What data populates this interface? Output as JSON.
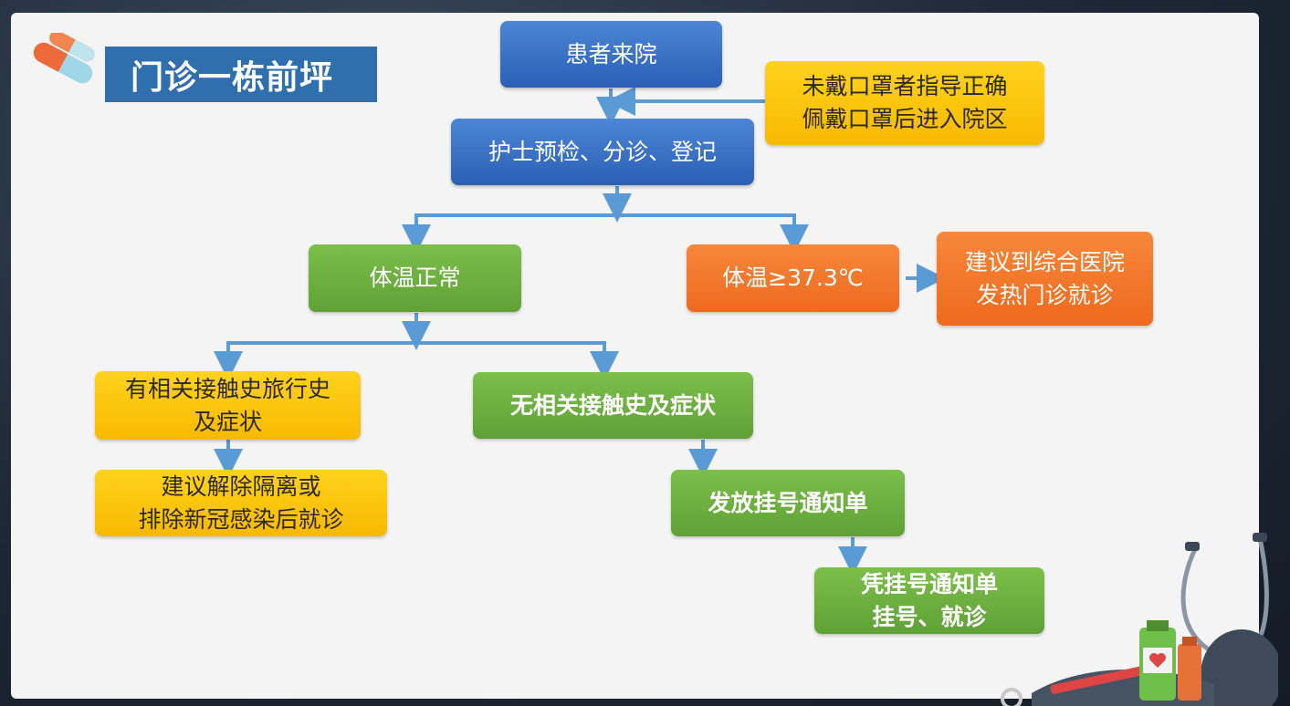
{
  "title": "门诊一栋前坪",
  "nodes": {
    "patient_arrival": "患者来院",
    "mask_guidance": "未戴口罩者指导正确\n佩戴口罩后进入院区",
    "nurse_precheck": "护士预检、分诊、登记",
    "temp_normal": "体温正常",
    "temp_high": "体温≥37.3℃",
    "fever_clinic": "建议到综合医院\n发热门诊就诊",
    "has_contact": "有相关接触史旅行史\n及症状",
    "no_contact": "无相关接触史及症状",
    "quarantine_advice": "建议解除隔离或\n排除新冠感染后就诊",
    "issue_notice": "发放挂号通知单",
    "register_visit": "凭挂号通知单\n挂号、就诊"
  },
  "colors": {
    "blue": "#2a5fb5",
    "green": "#5fa136",
    "orange": "#ee6a1e",
    "yellow": "#f8b900",
    "arrow": "#5b9bd5",
    "title_bg": "#2f6fae"
  }
}
